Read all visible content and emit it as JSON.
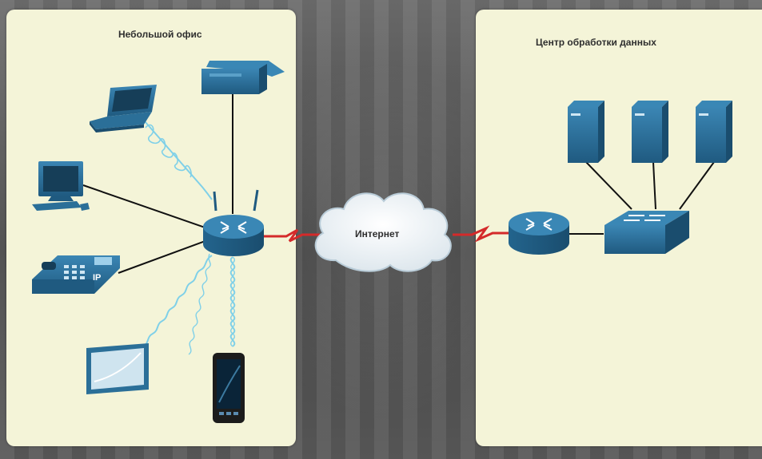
{
  "labels": {
    "office": "Небольшой офис",
    "datacenter": "Центр обработки данных",
    "internet": "Интернет",
    "phone_tag": "IP"
  },
  "colors": {
    "panel": "#f4f4d8",
    "device": "#2b6f98",
    "device_dark": "#1d4f70",
    "wan_link": "#d42a2a",
    "wireless": "#7fd0e8",
    "wire": "#111111"
  },
  "devices": {
    "office": [
      "laptop-icon",
      "desktop-pc-icon",
      "ip-phone-icon",
      "tablet-icon",
      "smartphone-icon",
      "printer-icon",
      "wireless-router-icon"
    ],
    "datacenter": [
      "router-icon",
      "switch-icon",
      "server-icon",
      "server-icon",
      "server-icon"
    ],
    "wan": [
      "cloud-icon"
    ]
  }
}
